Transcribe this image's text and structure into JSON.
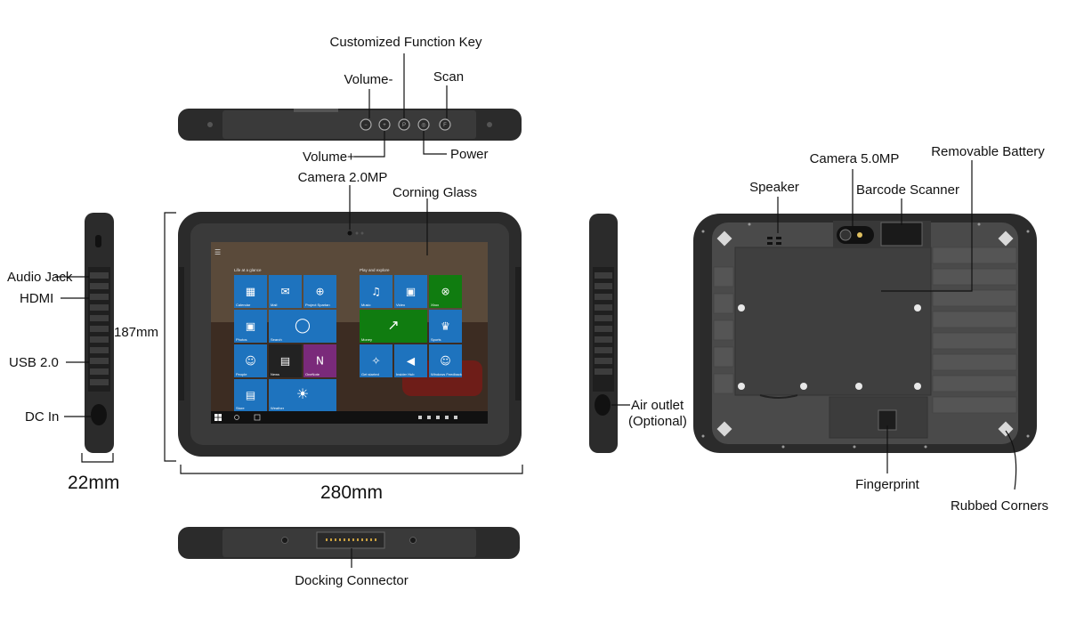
{
  "labels": {
    "customized_function_key": "Customized Function Key",
    "volume_minus": "Volume-",
    "scan": "Scan",
    "volume_plus": "Volume+",
    "power": "Power",
    "camera_front": "Camera 2.0MP",
    "corning_glass": "Corning Glass",
    "height_dim": "187mm",
    "width_dim": "280mm",
    "thickness_dim": "22mm",
    "audio_jack": "Audio Jack",
    "hdmi": "HDMI",
    "usb": "USB 2.0",
    "dc_in": "DC In",
    "air_outlet_1": "Air outlet",
    "air_outlet_2": "(Optional)",
    "speaker": "Speaker",
    "camera_rear": "Camera 5.0MP",
    "barcode_scanner": "Barcode Scanner",
    "removable_battery": "Removable Battery",
    "fingerprint": "Fingerprint",
    "rubbed_corners": "Rubbed Corners",
    "docking_connector": "Docking Connector"
  },
  "screen": {
    "left_group_header": "Life at a glance",
    "right_group_header": "Play and explore",
    "tiles": [
      {
        "label": "Calendar",
        "color": "#1e73be",
        "icon": "calendar-icon"
      },
      {
        "label": "Mail",
        "color": "#1e73be",
        "icon": "mail-icon"
      },
      {
        "label": "Project Spartan",
        "color": "#1e73be",
        "icon": "globe-icon"
      },
      {
        "label": "Photos",
        "color": "#1e73be",
        "icon": "photos-icon"
      },
      {
        "label": "Search",
        "color": "#1e73be",
        "icon": "cortana-icon"
      },
      {
        "label": "People",
        "color": "#1e73be",
        "icon": "people-icon"
      },
      {
        "label": "News",
        "color": "#222222",
        "icon": "news-icon"
      },
      {
        "label": "OneNote",
        "color": "#7a2a7a",
        "icon": "onenote-icon"
      },
      {
        "label": "Store",
        "color": "#1e73be",
        "icon": "store-icon"
      },
      {
        "label": "Weather",
        "color": "#1e73be",
        "icon": "sun-icon"
      },
      {
        "label": "Music",
        "color": "#1e73be",
        "icon": "headphones-icon"
      },
      {
        "label": "Video",
        "color": "#1e73be",
        "icon": "video-icon"
      },
      {
        "label": "Xbox",
        "color": "#107c10",
        "icon": "xbox-icon"
      },
      {
        "label": "Money",
        "color": "#107c10",
        "icon": "money-icon"
      },
      {
        "label": "Sports",
        "color": "#1e73be",
        "icon": "trophy-icon"
      },
      {
        "label": "Get started",
        "color": "#1e73be",
        "icon": "bulb-icon"
      },
      {
        "label": "Insider Hub",
        "color": "#1e73be",
        "icon": "megaphone-icon"
      },
      {
        "label": "Windows Feedback",
        "color": "#1e73be",
        "icon": "feedback-icon"
      }
    ]
  },
  "colors": {
    "rubber": "#2b2b2b",
    "body": "#3a3a3a",
    "back_panel": "#4a4a4a",
    "tile_blue": "#1e73be",
    "tile_green": "#107c10",
    "tile_purple": "#7a2a7a",
    "taskbar": "#111111"
  }
}
